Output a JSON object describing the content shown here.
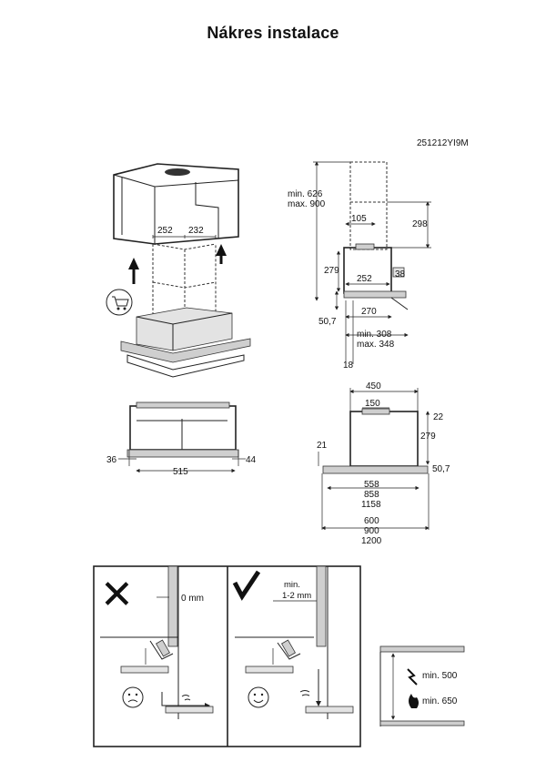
{
  "title": "Nákres instalace",
  "code": "251212YI9M",
  "top_left": {
    "d1": "252",
    "d2": "232"
  },
  "side_view": {
    "min_label": "min. 626",
    "max_label": "max. 900",
    "d298": "298",
    "d105": "105",
    "d279": "279",
    "d38": "38",
    "d252": "252",
    "d50_7": "50,7",
    "d270": "270",
    "min308": "min. 308",
    "max348": "max. 348",
    "d18": "18"
  },
  "bottom_view": {
    "d36": "36",
    "d515": "515",
    "d44": "44"
  },
  "front_view": {
    "d450": "450",
    "d150": "150",
    "d22": "22",
    "d279": "279",
    "d21": "21",
    "d50_7": "50,7",
    "d558": "558",
    "d858": "858",
    "d1158": "1158",
    "d600": "600",
    "d900": "900",
    "d1200": "1200"
  },
  "clearance": {
    "bad": "0 mm",
    "good_l1": "min.",
    "good_l2": "1-2 mm"
  },
  "height": {
    "electric": "min. 500",
    "gas": "min. 650"
  }
}
